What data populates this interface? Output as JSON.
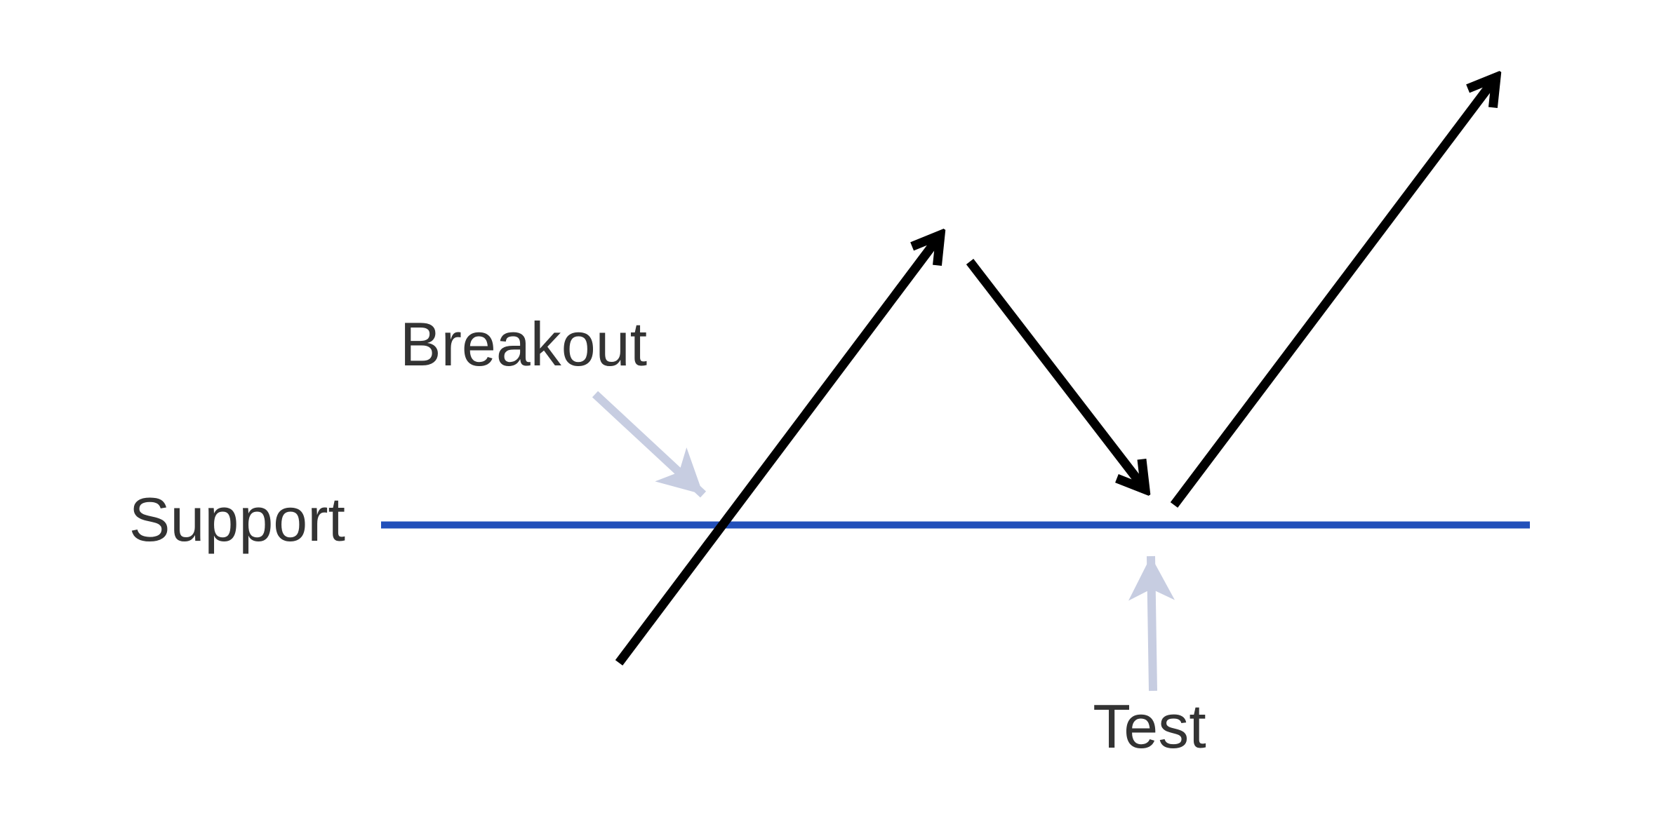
{
  "diagram": {
    "description_labels": {
      "support": "Support",
      "breakout": "Breakout",
      "test": "Test"
    },
    "colors": {
      "background": "#ffffff",
      "support_line": "#2250ba",
      "price_arrows": "#000000",
      "annotation_arrows": "#c7cde1",
      "text": "#333333"
    }
  }
}
